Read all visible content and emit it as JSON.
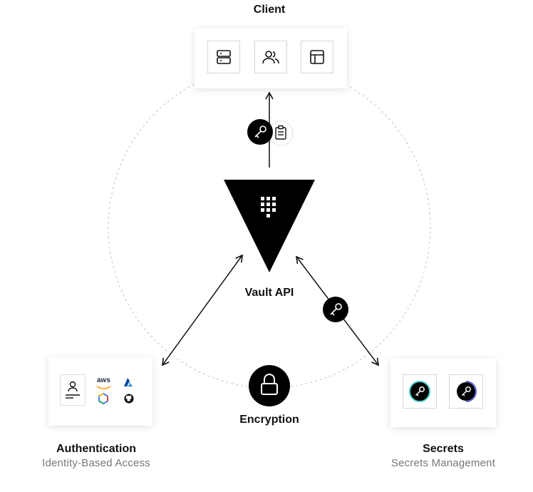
{
  "client": {
    "title": "Client",
    "icons": [
      "server-icon",
      "users-icon",
      "layout-icon"
    ]
  },
  "vault": {
    "label": "Vault API"
  },
  "encryption": {
    "label": "Encryption"
  },
  "authentication": {
    "title": "Authentication",
    "subtitle": "Identity-Based Access",
    "providers": {
      "aws": "aws"
    }
  },
  "secrets": {
    "title": "Secrets",
    "subtitle": "Secrets Management"
  },
  "colors": {
    "primary": "#000000",
    "background": "#ffffff",
    "subtitle": "#777777",
    "dashed_circle": "#cfcfcf"
  }
}
